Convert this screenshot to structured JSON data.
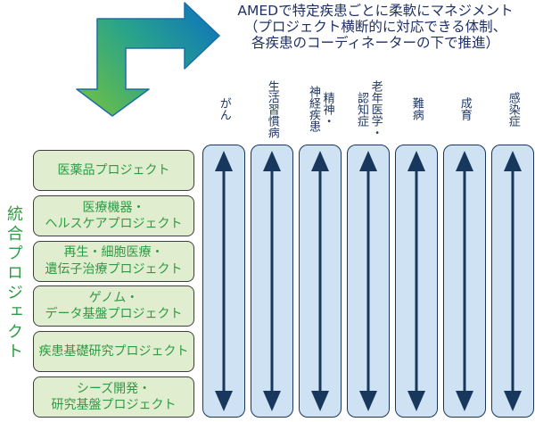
{
  "top_note": {
    "lines": [
      "AMEDで特定疾患ごとに柔軟にマネジメント",
      "（プロジェクト横断的に対応できる体制、",
      "各疾患のコーディネーターの下で推進）"
    ]
  },
  "left_axis": {
    "label": "統合プロジェクト"
  },
  "projects": [
    {
      "label": "医薬品プロジェクト"
    },
    {
      "label": "医療機器・\nヘルスケアプロジェクト"
    },
    {
      "label": "再生・細胞医療・\n遺伝子治療プロジェクト"
    },
    {
      "label": "ゲノム・\nデータ基盤プロジェクト"
    },
    {
      "label": "疾患基礎研究プロジェクト"
    },
    {
      "label": "シーズ開発・\n研究基盤プロジェクト"
    }
  ],
  "disease_columns": [
    {
      "label": "がん"
    },
    {
      "label": "生活習慣病"
    },
    {
      "label": "精神・\n神経疾患"
    },
    {
      "label": "老年医学・\n認知症"
    },
    {
      "label": "難病"
    },
    {
      "label": "成育"
    },
    {
      "label": "感染症"
    }
  ],
  "colors": {
    "note_text": "#1f3066",
    "header_text": "#1f3864",
    "bar_fill": "#cfe2f3",
    "bar_border": "#17375d",
    "bar_arrow": "#17375d",
    "box_fill": "#e0edcf",
    "box_border": "#3d3d3d",
    "green_text": "#2e9b44",
    "elbow_green": "#6fbf44",
    "elbow_teal": "#2aa489",
    "elbow_blue": "#0e74bc",
    "elbow_outline": "#1c6ea4"
  }
}
